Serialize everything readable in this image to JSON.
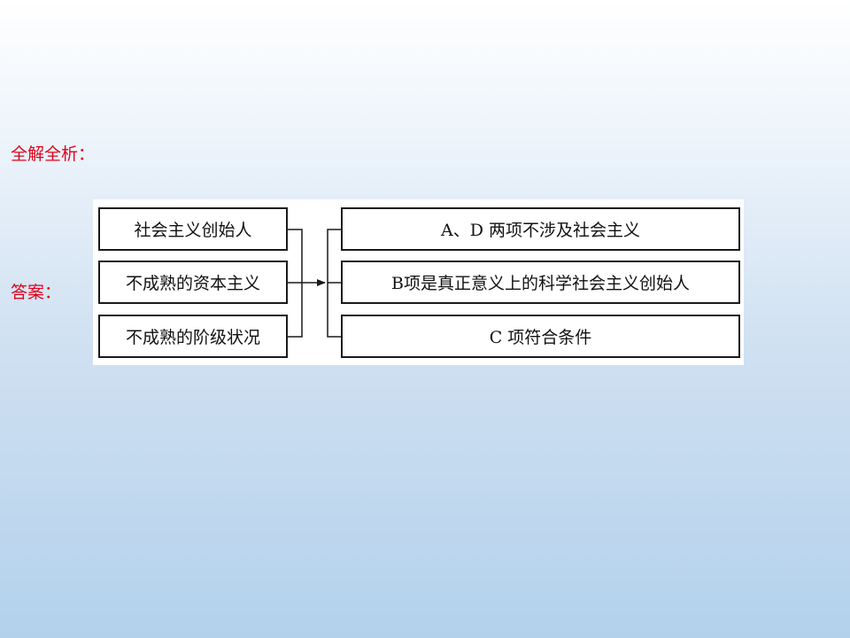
{
  "labels": {
    "analysis": "全解全析：",
    "answer": "答案："
  },
  "diagram": {
    "left_boxes": [
      "社会主义创始人",
      "不成熟的资本主义",
      "不成熟的阶级状况"
    ],
    "right_boxes": [
      "A、D 两项不涉及社会主义",
      "B项是真正意义上的科学社会主义创始人",
      "C 项符合条件"
    ]
  },
  "colors": {
    "label_text": "#e0001b",
    "box_border": "#1a1a1a"
  }
}
